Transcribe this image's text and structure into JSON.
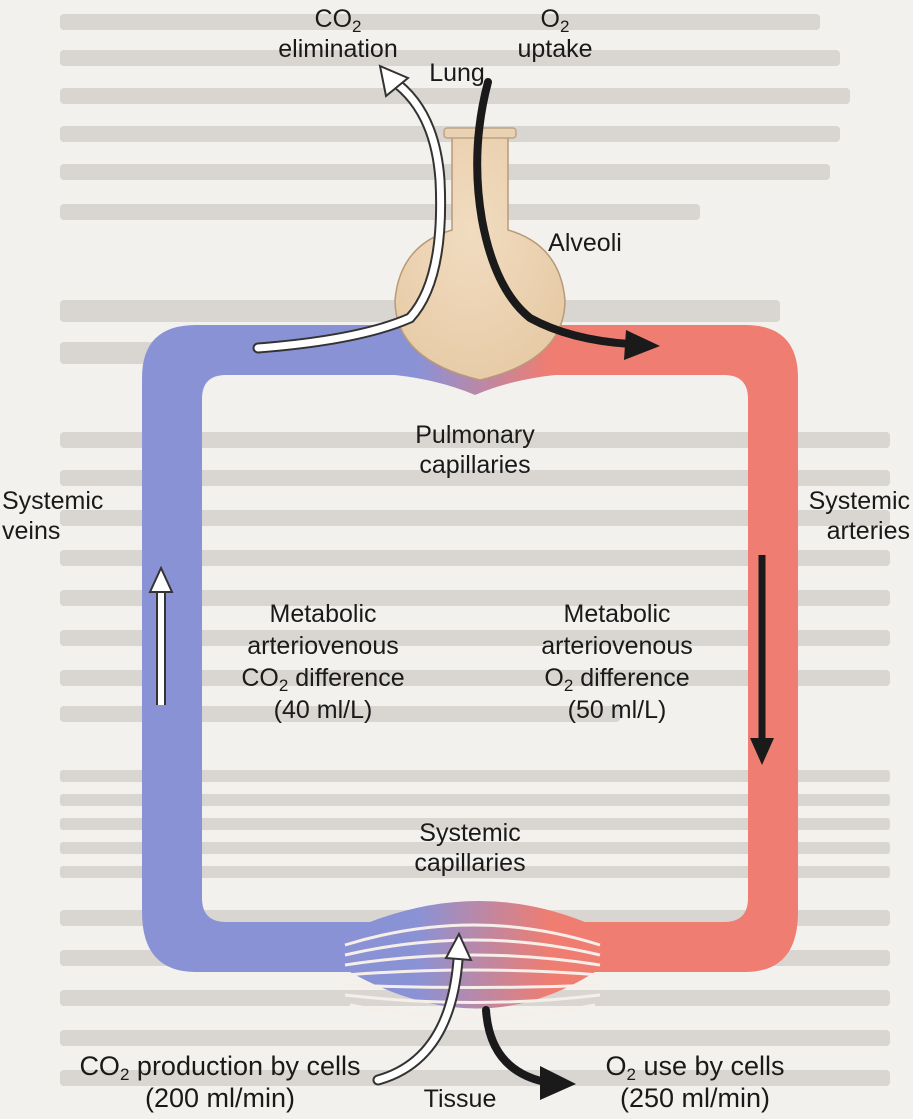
{
  "colors": {
    "venous": "#8a92d6",
    "arterial": "#ef7d72",
    "alveoli": "#e6c9a4",
    "background": "#f3f1ee"
  },
  "labels": {
    "co2": "CO",
    "o2": "O",
    "subscript_2": "2",
    "co2_elimination": "elimination",
    "o2_uptake": "uptake",
    "lung": "Lung",
    "alveoli": "Alveoli",
    "pulmonary_capillaries_line1": "Pulmonary",
    "pulmonary_capillaries_line2": "capillaries",
    "systemic_veins_line1": "Systemic",
    "systemic_veins_line2": "veins",
    "systemic_arteries_line1": "Systemic",
    "systemic_arteries_line2": "arteries",
    "co2_diff_line1": "Metabolic",
    "co2_diff_line2": "arteriovenous",
    "co2_diff_line3": "difference",
    "co2_diff_value": "(40 ml/L)",
    "o2_diff_line1": "Metabolic",
    "o2_diff_line2": "arteriovenous",
    "o2_diff_line3": "difference",
    "o2_diff_value": "(50 ml/L)",
    "systemic_capillaries_line1": "Systemic",
    "systemic_capillaries_line2": "capillaries",
    "co2_production": "production by cells",
    "co2_production_value": "(200 ml/min)",
    "tissue": "Tissue",
    "o2_use": "use by cells",
    "o2_use_value": "(250 ml/min)"
  }
}
